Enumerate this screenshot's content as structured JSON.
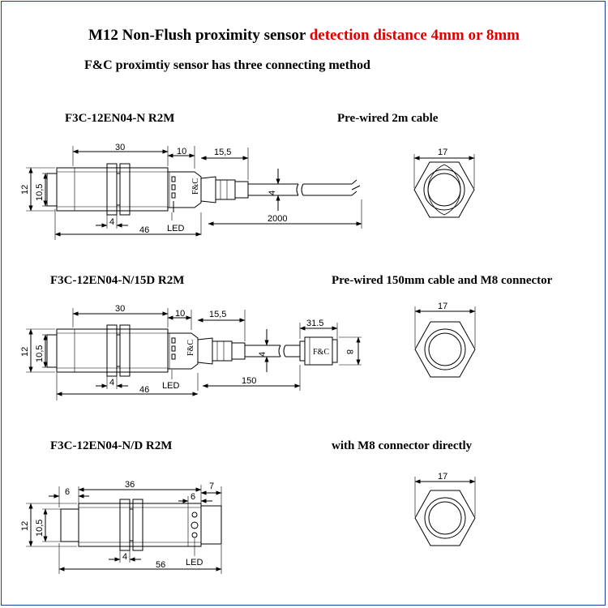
{
  "header": {
    "title_main": "M12 Non-Flush proximity sensor",
    "title_highlight": "detection distance 4mm or 8mm",
    "highlight_color": "#e00000",
    "subtitle": "F&C  proximtiy sensor has three connecting method"
  },
  "sections": [
    {
      "model": "F3C-12EN04-N R2M",
      "caption": "Pre-wired 2m cable",
      "dims": {
        "body_len": "30",
        "nut_gap": "10",
        "cable_seg": "15,5",
        "cable_dia": "4",
        "cable_len": "2000",
        "nut_width": "4",
        "total_len": "46",
        "outer_dia": "12",
        "inner_dia": "10,5",
        "hex": "17"
      },
      "logo": "F&C",
      "led": "LED"
    },
    {
      "model": "F3C-12EN04-N/15D R2M",
      "caption": "Pre-wired 150mm cable and M8 connector",
      "dims": {
        "body_len": "30",
        "nut_gap": "10",
        "cable_seg": "15,5",
        "cable_dia": "4",
        "cable_len": "150",
        "conn_len": "31.5",
        "conn_dia": "8",
        "nut_width": "4",
        "total_len": "46",
        "outer_dia": "12",
        "inner_dia": "10,5",
        "hex": "17"
      },
      "logo": "F&C",
      "conn_logo": "F&C",
      "led": "LED"
    },
    {
      "model": "F3C-12EN04-N/D R2M",
      "caption": "with M8 connector directly",
      "dims": {
        "front": "6",
        "body_len": "36",
        "rear_gap": "6",
        "end_len": "7",
        "nut_width": "4",
        "total_len": "56",
        "outer_dia": "12",
        "inner_dia": "10,5",
        "hex": "17"
      },
      "led": "LED"
    }
  ]
}
